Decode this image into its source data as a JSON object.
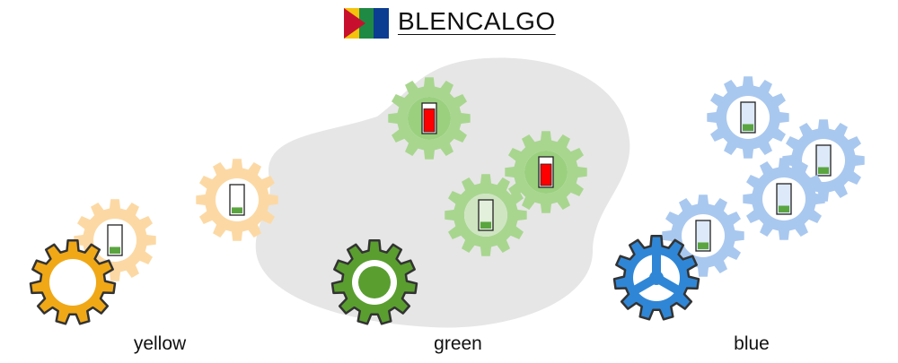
{
  "header": {
    "title": "BLENCALGO",
    "logo_icon": "tricolor-flag-icon",
    "logo_colors": [
      "#c8102e",
      "#f4c20d",
      "#1f8a44",
      "#0b3d91"
    ]
  },
  "groups": [
    {
      "id": "yellow",
      "label": "yellow",
      "main_color": "#f0a817",
      "light_color": "#fcd9a4",
      "main_icon": "ring-gear-icon"
    },
    {
      "id": "green",
      "label": "green",
      "main_color": "#5a9e2f",
      "light_color": "#a8d68f",
      "main_icon": "dot-gear-icon"
    },
    {
      "id": "blue",
      "label": "blue",
      "main_color": "#2f86d6",
      "light_color": "#a9c8ef",
      "main_icon": "tri-spoke-gear-icon"
    }
  ],
  "level_colors": {
    "ok": "#5aa53f",
    "alert": "#ff0000",
    "empty": "#ffffff",
    "pale": "#e3f0dc",
    "bluish": "#dde9f8"
  },
  "gears": [
    {
      "group": "yellow",
      "state": "ok",
      "level": 0.25
    },
    {
      "group": "yellow",
      "state": "ok",
      "level": 0.22
    },
    {
      "group": "green",
      "state": "alert",
      "level": 0.85
    },
    {
      "group": "green",
      "state": "alert",
      "level": 0.8
    },
    {
      "group": "green",
      "state": "ok",
      "level": 0.25
    },
    {
      "group": "blue",
      "state": "ok",
      "level": 0.25
    },
    {
      "group": "blue",
      "state": "ok",
      "level": 0.25
    },
    {
      "group": "blue",
      "state": "ok",
      "level": 0.25
    },
    {
      "group": "blue",
      "state": "ok",
      "level": 0.25
    }
  ]
}
